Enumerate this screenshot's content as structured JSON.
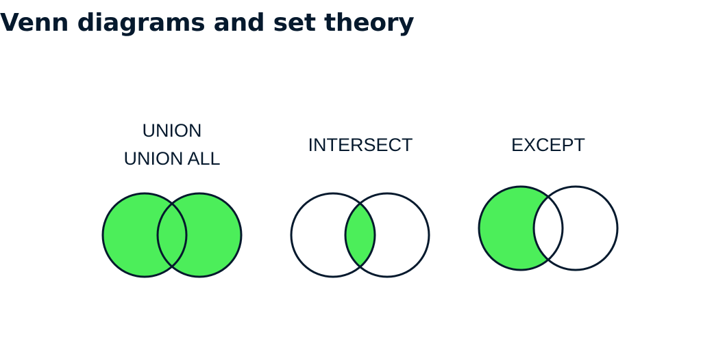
{
  "page": {
    "title": "Venn diagrams and set theory"
  },
  "colors": {
    "fill": "#4cee5a",
    "stroke": "#05192d",
    "background": "#ffffff",
    "text": "#05192d"
  },
  "diagrams": [
    {
      "id": "union",
      "labels": [
        "UNION",
        "UNION ALL"
      ],
      "highlight": "both-circles"
    },
    {
      "id": "intersect",
      "labels": [
        "INTERSECT"
      ],
      "highlight": "intersection"
    },
    {
      "id": "except",
      "labels": [
        "EXCEPT"
      ],
      "highlight": "left-only"
    }
  ]
}
